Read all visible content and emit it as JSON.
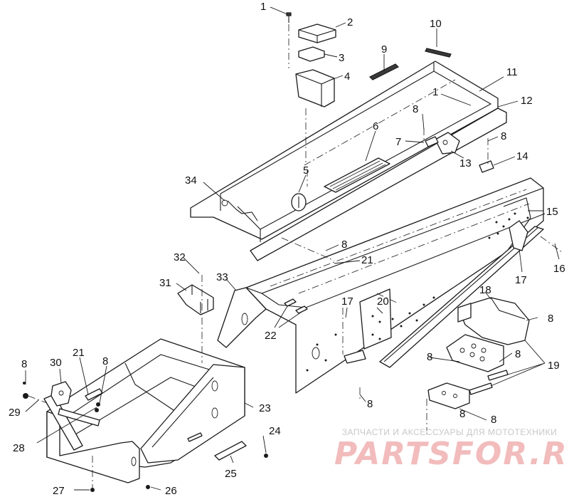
{
  "diagram": {
    "type": "exploded-parts-view",
    "callouts": [
      {
        "id": "c1",
        "label": "1"
      },
      {
        "id": "c2",
        "label": "2"
      },
      {
        "id": "c3",
        "label": "3"
      },
      {
        "id": "c4",
        "label": "4"
      },
      {
        "id": "c5",
        "label": "5"
      },
      {
        "id": "c6",
        "label": "6"
      },
      {
        "id": "c7",
        "label": "7"
      },
      {
        "id": "c8a",
        "label": "8"
      },
      {
        "id": "c9",
        "label": "9"
      },
      {
        "id": "c10",
        "label": "10"
      },
      {
        "id": "c11",
        "label": "11"
      },
      {
        "id": "c1b",
        "label": "1"
      },
      {
        "id": "c12",
        "label": "12"
      },
      {
        "id": "c8b",
        "label": "8"
      },
      {
        "id": "c13",
        "label": "13"
      },
      {
        "id": "c14",
        "label": "14"
      },
      {
        "id": "c34",
        "label": "34"
      },
      {
        "id": "c15",
        "label": "15"
      },
      {
        "id": "c8c",
        "label": "8"
      },
      {
        "id": "c21a",
        "label": "21"
      },
      {
        "id": "c16",
        "label": "16"
      },
      {
        "id": "c17a",
        "label": "17"
      },
      {
        "id": "c32",
        "label": "32"
      },
      {
        "id": "c31",
        "label": "31"
      },
      {
        "id": "c33",
        "label": "33"
      },
      {
        "id": "c18",
        "label": "18"
      },
      {
        "id": "c8d",
        "label": "8"
      },
      {
        "id": "c17b",
        "label": "17"
      },
      {
        "id": "c20",
        "label": "20"
      },
      {
        "id": "c22",
        "label": "22"
      },
      {
        "id": "c8e",
        "label": "8"
      },
      {
        "id": "c8f",
        "label": "8"
      },
      {
        "id": "c8g",
        "label": "8"
      },
      {
        "id": "c19",
        "label": "19"
      },
      {
        "id": "c8h",
        "label": "8"
      },
      {
        "id": "c30",
        "label": "30"
      },
      {
        "id": "c21b",
        "label": "21"
      },
      {
        "id": "c8i",
        "label": "8"
      },
      {
        "id": "c29",
        "label": "29"
      },
      {
        "id": "c23",
        "label": "23"
      },
      {
        "id": "c8j",
        "label": "8"
      },
      {
        "id": "c28",
        "label": "28"
      },
      {
        "id": "c8k",
        "label": "8"
      },
      {
        "id": "c24",
        "label": "24"
      },
      {
        "id": "c25",
        "label": "25"
      },
      {
        "id": "c27",
        "label": "27"
      },
      {
        "id": "c26",
        "label": "26"
      }
    ]
  },
  "watermark": {
    "tagline": "ЗАПЧАСТИ И АКСЕССУАРЫ ДЛЯ МОТОТЕХНИКИ",
    "logo": "PARTSFOR.RU"
  }
}
